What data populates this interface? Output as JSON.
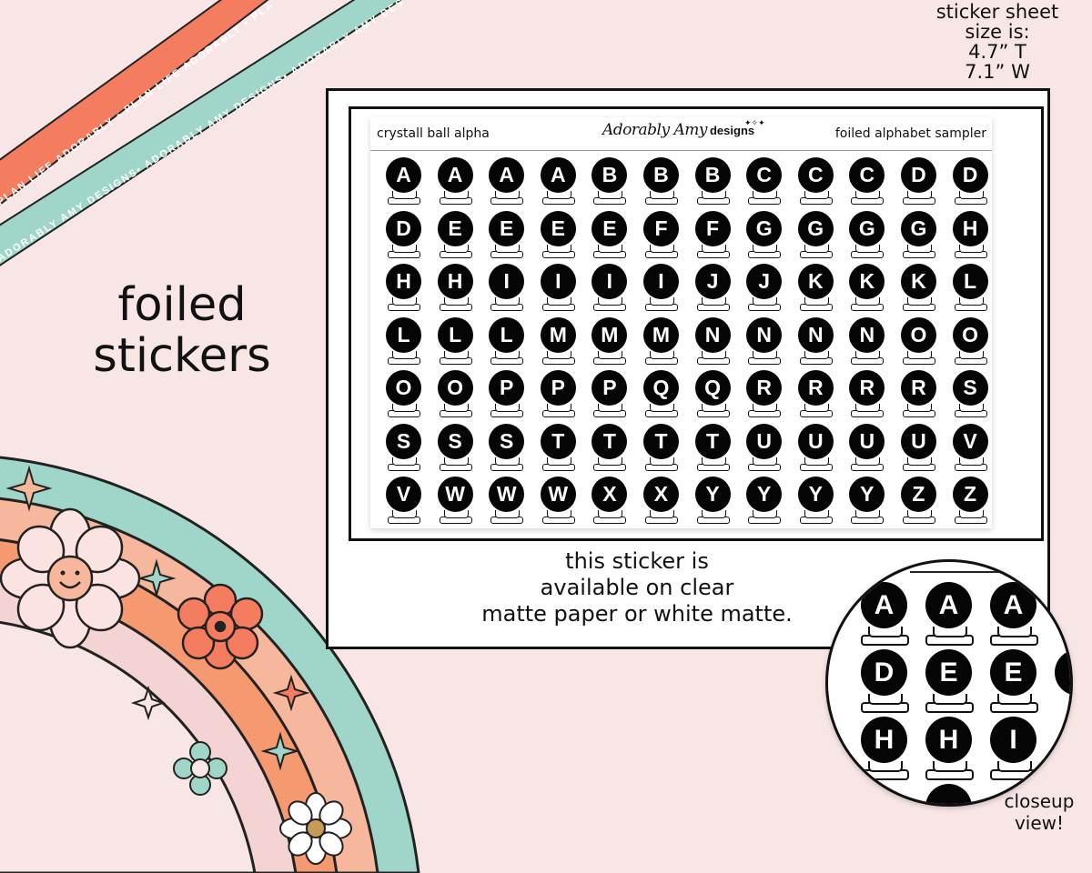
{
  "banners": {
    "coral_text": "PLAN LIFE ADORABLY • PLAN LIFE ADORABLY • PLAN LIFE AD",
    "mint_text": "ADORABLY AMY DESIGNS• ADORABLY AMY DESIGNS• ADORABLY AMY DESIGNS •"
  },
  "size_note": {
    "line1": "sticker sheet",
    "line2": "size is:",
    "line3": "4.7” T",
    "line4": "7.1” W"
  },
  "title": {
    "line1": "foiled",
    "line2": "stickers"
  },
  "sheet": {
    "header_left": "crystall ball alpha",
    "header_right": "foiled alphabet sampler",
    "logo_script": "Adorably Amy",
    "logo_word": "designs",
    "logo_stars": "✦✧✦",
    "letters": [
      "A",
      "A",
      "A",
      "A",
      "B",
      "B",
      "B",
      "C",
      "C",
      "C",
      "D",
      "D",
      "D",
      "E",
      "E",
      "E",
      "E",
      "F",
      "F",
      "G",
      "G",
      "G",
      "G",
      "H",
      "H",
      "H",
      "I",
      "I",
      "I",
      "I",
      "J",
      "J",
      "K",
      "K",
      "K",
      "L",
      "L",
      "L",
      "L",
      "M",
      "M",
      "M",
      "N",
      "N",
      "N",
      "N",
      "O",
      "O",
      "O",
      "O",
      "P",
      "P",
      "P",
      "Q",
      "Q",
      "R",
      "R",
      "R",
      "R",
      "S",
      "S",
      "S",
      "S",
      "T",
      "T",
      "T",
      "T",
      "U",
      "U",
      "U",
      "U",
      "V",
      "V",
      "W",
      "W",
      "W",
      "X",
      "X",
      "Y",
      "Y",
      "Y",
      "Y",
      "Z",
      "Z"
    ]
  },
  "availability": {
    "line1": "this sticker is",
    "line2": "available on clear",
    "line3": "matte paper or white matte."
  },
  "closeup": {
    "letters": [
      "A",
      "A",
      "A",
      "D",
      "E",
      "E",
      "H",
      "H",
      "I"
    ],
    "label_line1": "closeup",
    "label_line2": "view!"
  },
  "colors": {
    "background": "#f8e6e6",
    "coral": "#f47c5f",
    "mint": "#9fd6c9",
    "peach": "#f7b79c",
    "orange": "#f59a70",
    "pink": "#f4d4d2",
    "ink": "#111111"
  }
}
